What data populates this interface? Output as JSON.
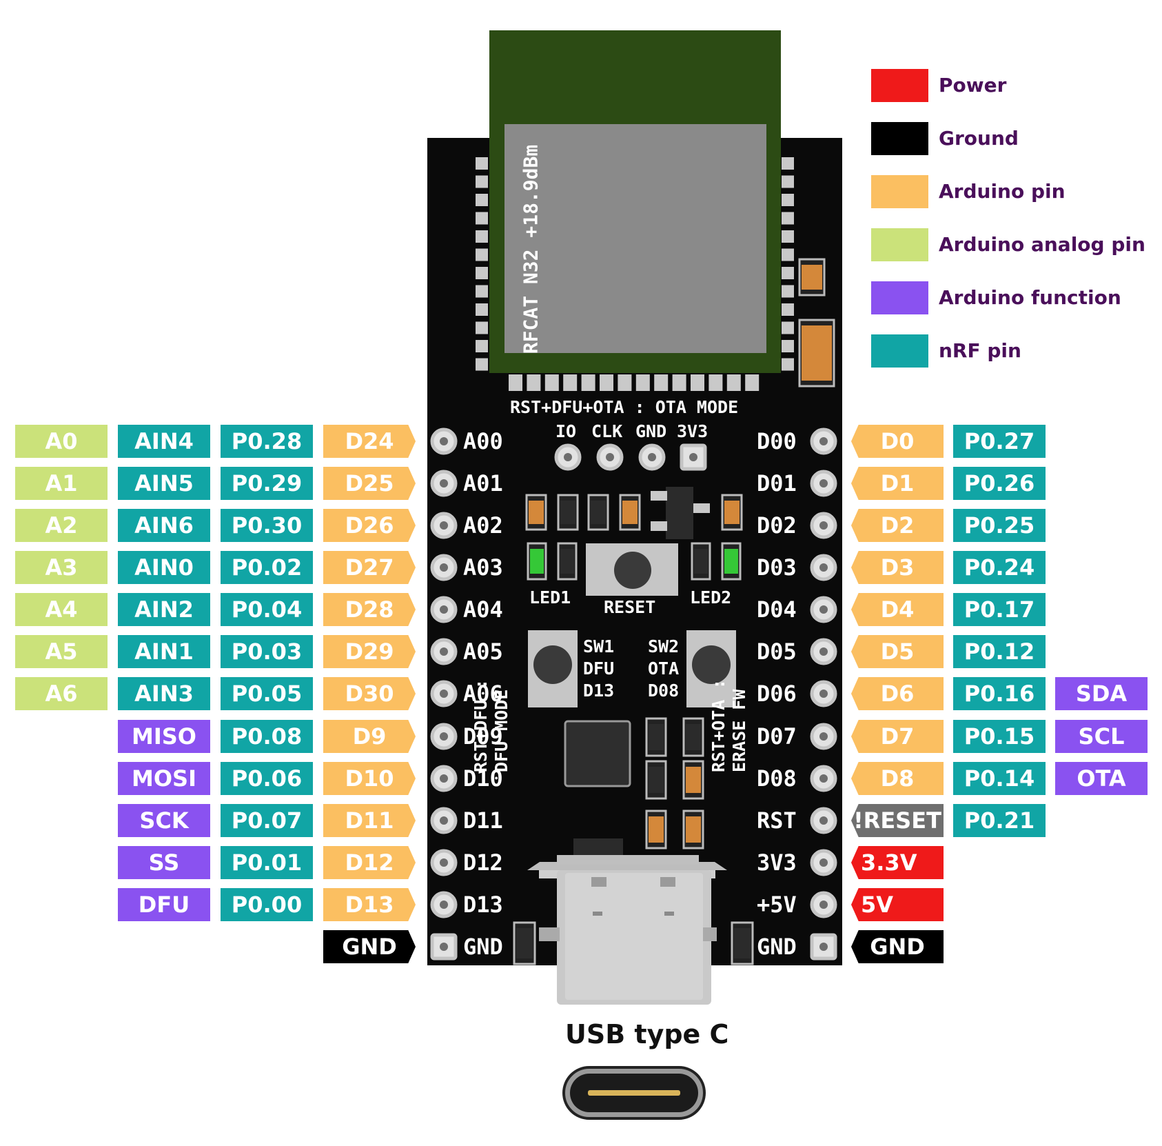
{
  "colors": {
    "power": "#ef1a1a",
    "ground": "#000000",
    "arduino_pin": "#fbbf61",
    "arduino_analog": "#cbe27a",
    "arduino_function": "#8a52f0",
    "nrf_pin": "#11a5a5",
    "reset_tag": "#6f6f6f",
    "pcb": "#0a0a0a",
    "module": "#2c4b14",
    "shield": "#8a8a8a"
  },
  "legend": [
    {
      "label": "Power",
      "color": "#ef1a1a"
    },
    {
      "label": "Ground",
      "color": "#000000"
    },
    {
      "label": "Arduino pin",
      "color": "#fbbf61"
    },
    {
      "label": "Arduino analog pin",
      "color": "#cbe27a"
    },
    {
      "label": "Arduino function",
      "color": "#8a52f0"
    },
    {
      "label": "nRF pin",
      "color": "#11a5a5"
    }
  ],
  "board": {
    "vertical_text": "RFCAT N32 +18.9dBm",
    "mode_text": "RST+DFU+OTA : OTA MODE",
    "header_labels": [
      "IO",
      "CLK",
      "GND",
      "3V3"
    ],
    "led1": "LED1",
    "led2": "LED2",
    "reset": "RESET",
    "sw1": [
      "SW1",
      "DFU",
      "D13"
    ],
    "sw2": [
      "SW2",
      "OTA",
      "D08"
    ],
    "left_vertical": [
      "RST+DFU :",
      "DFU MODE"
    ],
    "right_vertical": [
      "RST+OTA :",
      "ERASE FW"
    ],
    "left_silk": [
      "A00",
      "A01",
      "A02",
      "A03",
      "A04",
      "A05",
      "A06",
      "D09",
      "D10",
      "D11",
      "D12",
      "D13",
      "GND"
    ],
    "right_silk": [
      "D00",
      "D01",
      "D02",
      "D03",
      "D04",
      "D05",
      "D06",
      "D07",
      "D08",
      "RST",
      "3V3",
      "+5V",
      "GND"
    ]
  },
  "left_pins": [
    {
      "analog": "A0",
      "ain": "AIN4",
      "nrf": "P0.28",
      "ard": "D24"
    },
    {
      "analog": "A1",
      "ain": "AIN5",
      "nrf": "P0.29",
      "ard": "D25"
    },
    {
      "analog": "A2",
      "ain": "AIN6",
      "nrf": "P0.30",
      "ard": "D26"
    },
    {
      "analog": "A3",
      "ain": "AIN0",
      "nrf": "P0.02",
      "ard": "D27"
    },
    {
      "analog": "A4",
      "ain": "AIN2",
      "nrf": "P0.04",
      "ard": "D28"
    },
    {
      "analog": "A5",
      "ain": "AIN1",
      "nrf": "P0.03",
      "ard": "D29"
    },
    {
      "analog": "A6",
      "ain": "AIN3",
      "nrf": "P0.05",
      "ard": "D30"
    },
    {
      "func": "MISO",
      "nrf": "P0.08",
      "ard": "D9"
    },
    {
      "func": "MOSI",
      "nrf": "P0.06",
      "ard": "D10"
    },
    {
      "func": "SCK",
      "nrf": "P0.07",
      "ard": "D11"
    },
    {
      "func": "SS",
      "nrf": "P0.01",
      "ard": "D12"
    },
    {
      "func": "DFU",
      "nrf": "P0.00",
      "ard": "D13"
    },
    {
      "gnd": "GND"
    }
  ],
  "right_pins": [
    {
      "ard": "D0",
      "nrf": "P0.27"
    },
    {
      "ard": "D1",
      "nrf": "P0.26"
    },
    {
      "ard": "D2",
      "nrf": "P0.25"
    },
    {
      "ard": "D3",
      "nrf": "P0.24"
    },
    {
      "ard": "D4",
      "nrf": "P0.17"
    },
    {
      "ard": "D5",
      "nrf": "P0.12"
    },
    {
      "ard": "D6",
      "nrf": "P0.16",
      "func": "SDA"
    },
    {
      "ard": "D7",
      "nrf": "P0.15",
      "func": "SCL"
    },
    {
      "ard": "D8",
      "nrf": "P0.14",
      "func": "OTA"
    },
    {
      "reset": "!RESET",
      "nrf": "P0.21"
    },
    {
      "power": "3.3V"
    },
    {
      "power": "5V"
    },
    {
      "gnd": "GND"
    }
  ],
  "usb_caption": "USB type C"
}
